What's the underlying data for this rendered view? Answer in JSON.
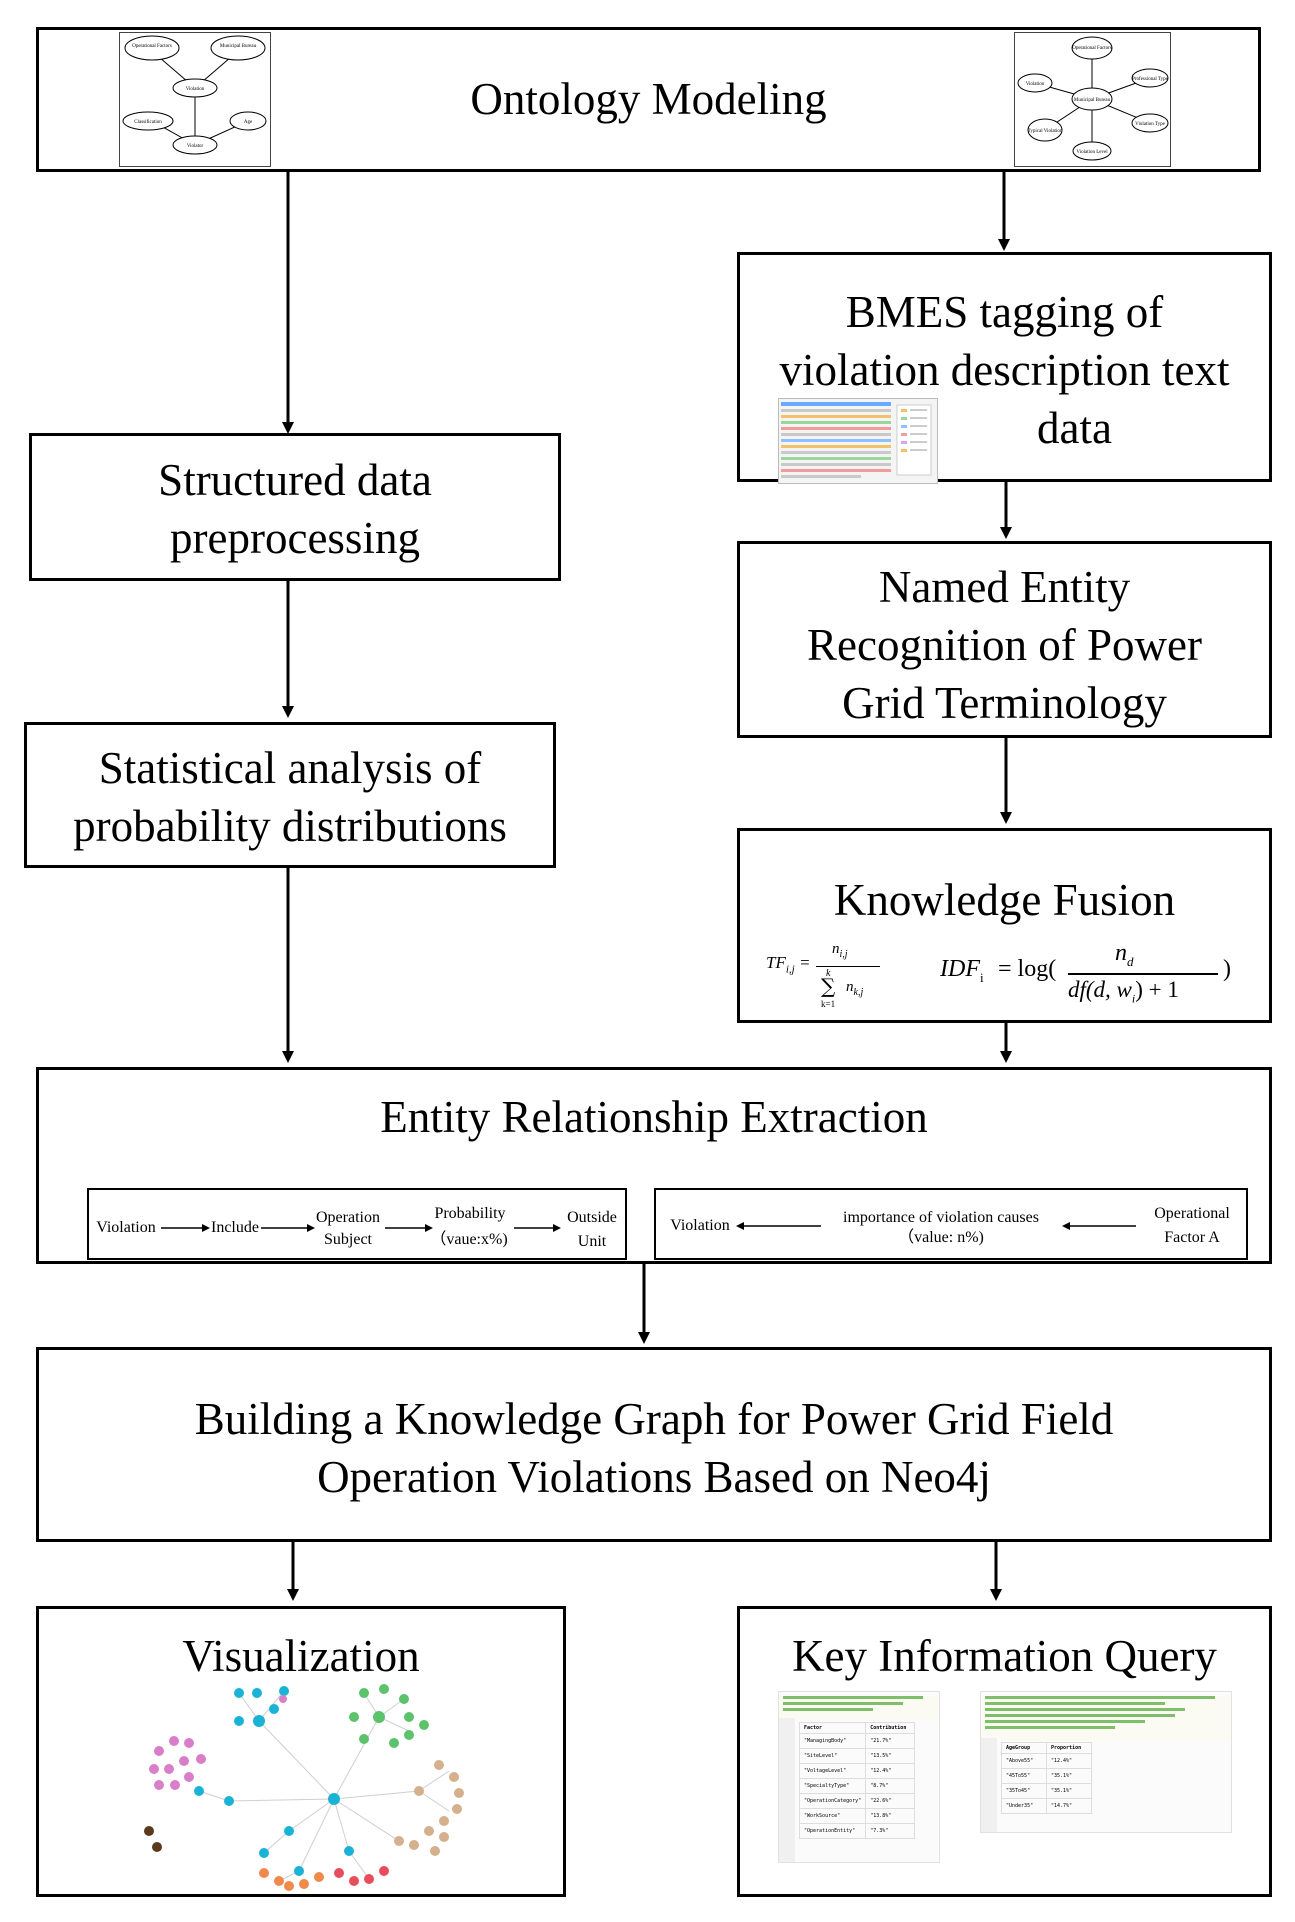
{
  "steps": {
    "ontology": "Ontology Modeling",
    "structured": [
      "Structured data",
      "preprocessing"
    ],
    "bmes": [
      "BMES tagging of",
      "violation description text",
      "data"
    ],
    "ner": [
      "Named Entity",
      "Recognition of Power",
      "Grid Terminology"
    ],
    "stats": [
      "Statistical analysis of",
      "probability distributions"
    ],
    "fusion": "Knowledge Fusion",
    "extraction": "Entity Relationship Extraction",
    "build": [
      "Building a Knowledge Graph for Power Grid Field",
      "Operation Violations Based on Neo4j"
    ],
    "visualization": "Visualization",
    "query": "Key Information Query"
  },
  "relation_left": {
    "violation": "Violation",
    "include": "Include",
    "operation": "Operation",
    "subject": "Subject",
    "probability": "Probability",
    "value": "（vaue:x%)",
    "outside": "Outside",
    "unit": "Unit"
  },
  "relation_right": {
    "violation": "Violation",
    "importance": "importance of violation causes",
    "value": "（value: n%)",
    "operational": "Operational",
    "factor": "Factor A"
  },
  "ontology_left_nodes": [
    "Operational Factors",
    "Municipal Bureau",
    "Violation",
    "Classification",
    "Age",
    "Violator"
  ],
  "ontology_right_nodes": [
    "Operational Factors",
    "Violation",
    "Municipal Bureau",
    "Professional Type",
    "Violation Type",
    "Typical Violation",
    "Violation Level"
  ],
  "formula": {
    "tf_lhs": "TF",
    "tf_sub": "i,j",
    "tf_num": "n",
    "tf_num_sub": "i,j",
    "tf_den_sigma_top": "k",
    "tf_den_sigma_bottom": "k=1",
    "tf_den": "n",
    "tf_den_sub": "k,j",
    "idf_lhs": "IDF",
    "idf_sub": "i",
    "idf_log": "= log(",
    "idf_num": "n",
    "idf_num_sub": "d",
    "idf_den": "df(d, w",
    "idf_den_sub": "i",
    "idf_den_tail": ") + 1",
    "idf_close": ")"
  },
  "query_table_left": {
    "headers": [
      "Factor",
      "Contribution"
    ],
    "rows": [
      [
        "\"ManagingBody\"",
        "\"21.7%\""
      ],
      [
        "\"SiteLevel\"",
        "\"13.5%\""
      ],
      [
        "\"VoltageLevel\"",
        "\"12.4%\""
      ],
      [
        "\"SpecialtyType\"",
        "\"8.7%\""
      ],
      [
        "\"OperationCategory\"",
        "\"22.6%\""
      ],
      [
        "\"WorkSource\"",
        "\"13.8%\""
      ],
      [
        "\"OperationEntity\"",
        "\"7.3%\""
      ]
    ]
  },
  "query_table_right": {
    "headers": [
      "AgeGroup",
      "Proportion"
    ],
    "rows": [
      [
        "\"Above55\"",
        "\"12.4%\""
      ],
      [
        "\"45To55\"",
        "\"35.1%\""
      ],
      [
        "\"35To45\"",
        "\"35.1%\""
      ],
      [
        "\"Under35\"",
        "\"14.7%\""
      ]
    ]
  },
  "colors": {
    "cyan": "#1ab3d6",
    "green": "#5cc26b",
    "pink": "#d97fc9",
    "tan": "#d4b08c",
    "red": "#e84d5b",
    "orange": "#f08a4b",
    "brown": "#5a3a1a",
    "blue": "#2f6fd6"
  }
}
